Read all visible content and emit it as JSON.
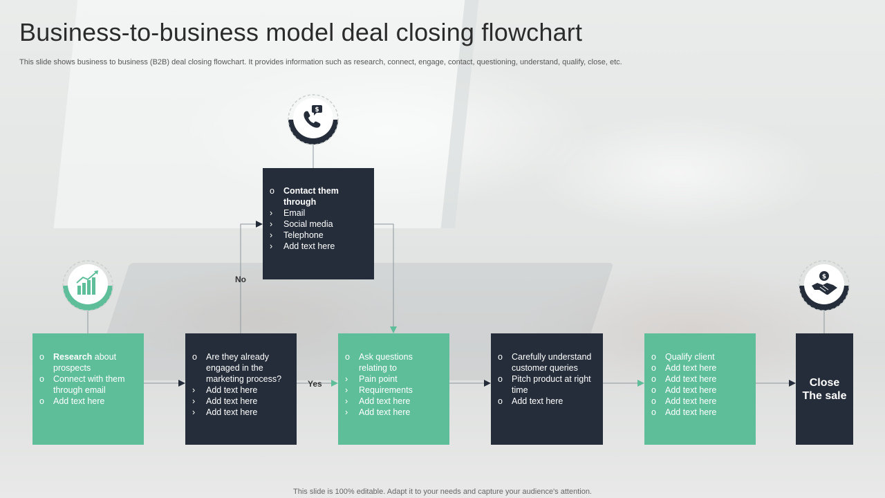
{
  "slide": {
    "title": "Business-to-business model deal closing flowchart",
    "subtitle": "This slide shows business to business (B2B) deal closing flowchart. It provides information such as research, connect, engage, contact, questioning, understand, qualify, close, etc.",
    "footer": "This slide is 100% editable. Adapt it to your needs and capture your audience's attention."
  },
  "colors": {
    "green": "#5ebe9a",
    "dark": "#252d3a",
    "line": "#9aa3a8"
  },
  "icons": {
    "research": "growth-chart-icon",
    "contact": "phone-message-icon",
    "close": "handshake-dollar-icon"
  },
  "markers": {
    "circle": "o",
    "arrow": "›"
  },
  "boxes": {
    "research": {
      "b1_bold": "Research",
      "b1_rest": " about prospects",
      "b2": "Connect with them through email",
      "b3": "Add text here"
    },
    "engaged": {
      "b1": "Are they already engaged in the marketing process?",
      "s1": "Add text here",
      "s2": "Add text here",
      "s3": "Add text here"
    },
    "contact": {
      "b1": "Contact them through",
      "s1": "Email",
      "s2": "Social media",
      "s3": "Telephone",
      "s4": "Add text here"
    },
    "ask": {
      "b1": "Ask questions relating to",
      "s1": "Pain point",
      "s2": "Requirements",
      "s3": "Add text here",
      "s4": "Add text here"
    },
    "understand": {
      "b1": "Carefully understand customer queries",
      "b2": "Pitch product at right time",
      "b3": "Add text here"
    },
    "qualify": {
      "b1": "Qualify client",
      "b2": "Add text here",
      "b3": "Add text here",
      "b4": "Add text here",
      "b5": "Add text here",
      "b6": "Add text here"
    },
    "close": {
      "line1": "Close",
      "line2": "The sale"
    }
  },
  "labels": {
    "no": "No",
    "yes": "Yes"
  }
}
